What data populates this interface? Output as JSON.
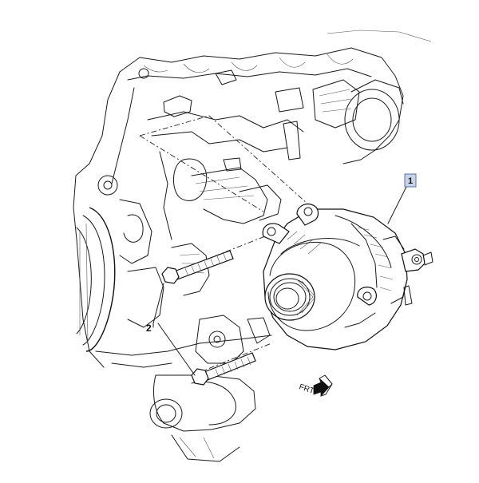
{
  "callouts": {
    "alternator_number": "1",
    "bolts_number": "2"
  },
  "direction_marker": {
    "label": "FRT",
    "icon": "front-direction-arrow-icon"
  },
  "colors": {
    "callout_box_fill": "#c9d3e6",
    "callout_box_stroke": "#5a6fa3",
    "line_art": "#1a1a1a"
  }
}
